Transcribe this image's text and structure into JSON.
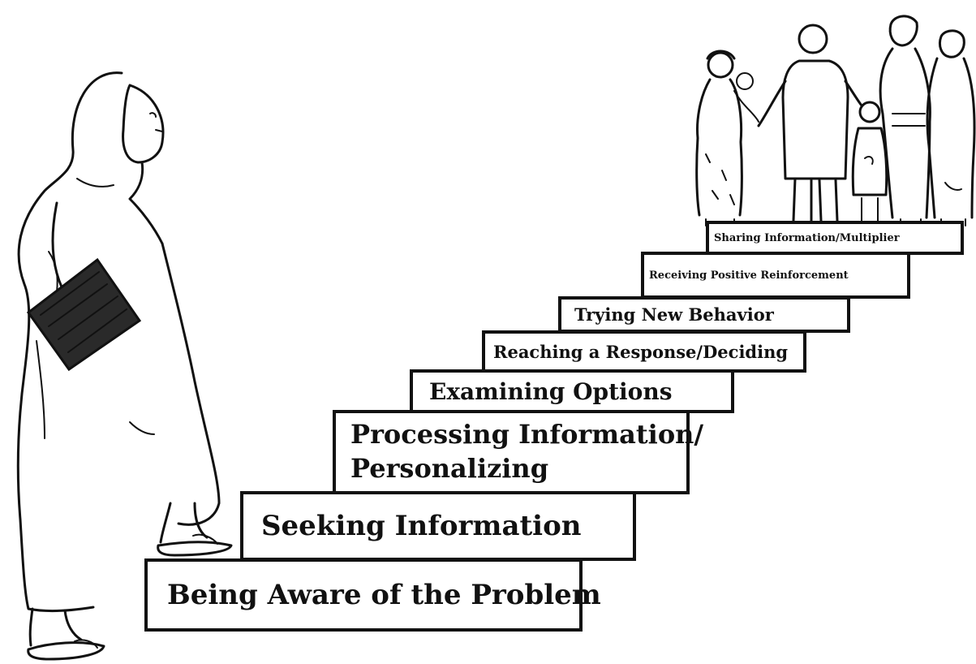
{
  "diagram": {
    "steps": [
      {
        "label": "Being Aware of the Problem"
      },
      {
        "label": "Seeking Information"
      },
      {
        "label": "Processing Information/",
        "label_line2": "Personalizing"
      },
      {
        "label": "Examining Options"
      },
      {
        "label": "Reaching a Response/Deciding"
      },
      {
        "label": "Trying New Behavior"
      },
      {
        "label": "Receiving Positive Reinforcement"
      },
      {
        "label": "Sharing Information/Multiplier"
      }
    ]
  },
  "illustrations": {
    "climber": "woman-climbing-stairs-illustration",
    "family": "family-group-illustration",
    "book": "book-icon"
  }
}
